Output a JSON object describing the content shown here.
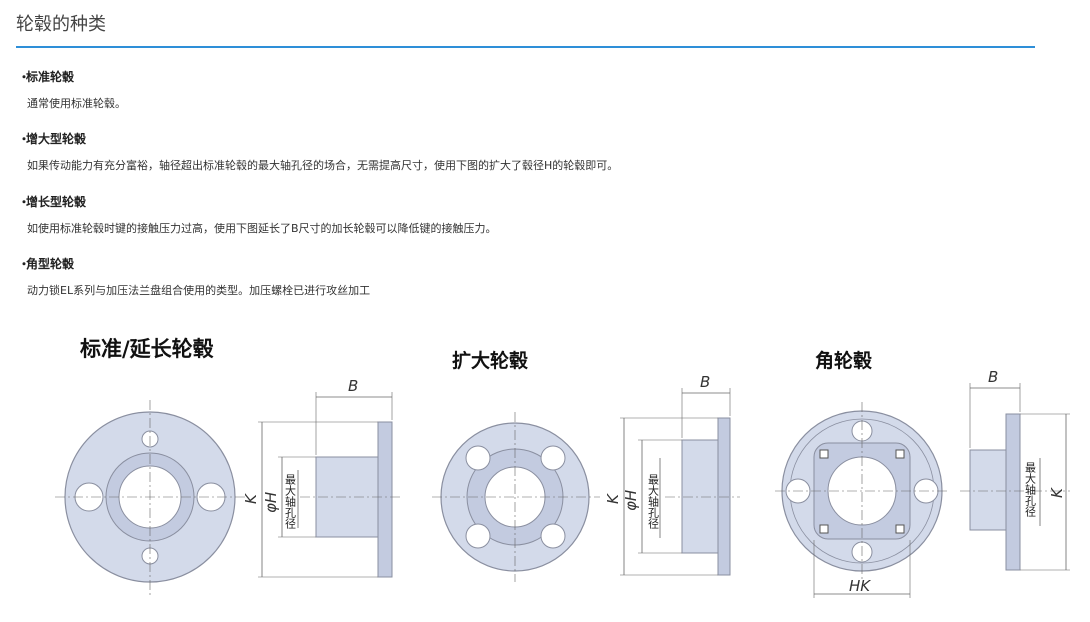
{
  "page": {
    "title": "轮毂的种类"
  },
  "sections": [
    {
      "bullet": "・",
      "heading": "标准轮毂",
      "body": "通常使用标准轮毂。"
    },
    {
      "bullet": "・",
      "heading": "增大型轮毂",
      "body": "如果传动能力有充分富裕，轴径超出标准轮毂的最大轴孔径的场合，无需提高尺寸，使用下图的扩大了毂径H的轮毂即可。"
    },
    {
      "bullet": "・",
      "heading": "增长型轮毂",
      "body": "如使用标准轮毂时键的接触压力过高，使用下图延长了B尺寸的加长轮毂可以降低键的接触压力。"
    },
    {
      "bullet": "・",
      "heading": "角型轮毂",
      "body": "动力锁EL系列与加压法兰盘组合使用的类型。加压螺栓已进行攻丝加工"
    }
  ],
  "diagrams": {
    "standard": {
      "title": "标准/延长轮毂",
      "dim_b": "B",
      "dim_k": "K",
      "dim_h": "φH",
      "bore_label": "最大轴孔径"
    },
    "enlarged": {
      "title": "扩大轮毂",
      "dim_b": "B",
      "dim_k": "K",
      "dim_h": "φH",
      "bore_label": "最大轴孔径"
    },
    "square": {
      "title": "角轮毂",
      "dim_b": "B",
      "dim_k": "K",
      "dim_hk": "HK",
      "bore_label": "最大轴孔径"
    }
  },
  "colors": {
    "accent": "#2e8fd8",
    "part_fill": "#d3daea",
    "part_fill_dark": "#c3cbe0",
    "outline": "#8a8fa0"
  }
}
